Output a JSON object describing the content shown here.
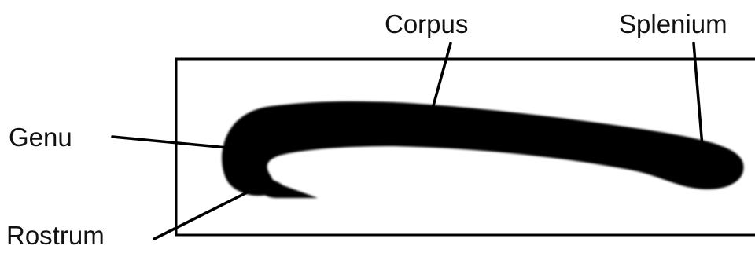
{
  "labels": {
    "corpus": "Corpus",
    "splenium": "Splenium",
    "genu": "Genu",
    "rostrum": "Rostrum"
  },
  "colors": {
    "shape": "#000000",
    "frame": "#000000",
    "background": "#ffffff",
    "text": "#111111"
  }
}
